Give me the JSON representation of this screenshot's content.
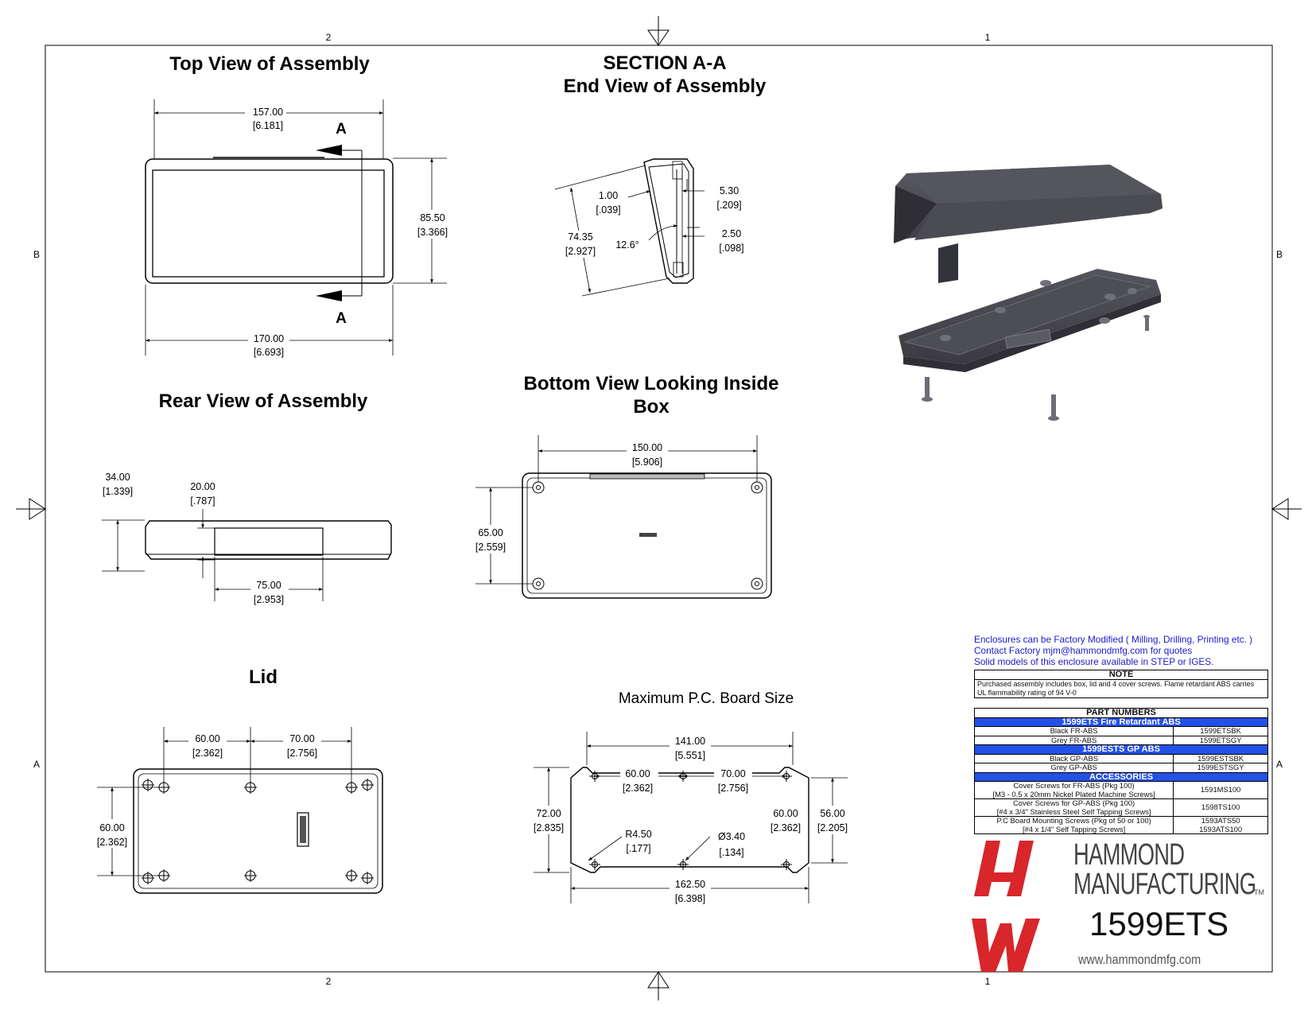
{
  "zones": {
    "top_left": "2",
    "top_right": "1",
    "bottom_left": "2",
    "bottom_right": "1",
    "left_upper": "B",
    "left_lower": "A",
    "right_upper": "B",
    "right_lower": "A"
  },
  "views": {
    "top_view": {
      "title": "Top View of Assembly",
      "width_mm": "157.00",
      "width_in": "[6.181]",
      "height_mm": "85.50",
      "height_in": "[3.366]",
      "overall_mm": "170.00",
      "overall_in": "[6.693]",
      "section_label": "A"
    },
    "section": {
      "title1": "SECTION A-A",
      "title2": "End View of Assembly",
      "d1_mm": "1.00",
      "d1_in": "[.039]",
      "d2_mm": "5.30",
      "d2_in": "[.209]",
      "d3_mm": "2.50",
      "d3_in": "[.098]",
      "d4_mm": "74.35",
      "d4_in": "[2.927]",
      "angle": "12.6°"
    },
    "rear_view": {
      "title": "Rear View of Assembly",
      "height_mm": "34.00",
      "height_in": "[1.339]",
      "step_mm": "20.00",
      "step_in": "[.787]",
      "width_mm": "75.00",
      "width_in": "[2.953]"
    },
    "bottom_view": {
      "title1": "Bottom View Looking Inside",
      "title2": "Box",
      "width_mm": "150.00",
      "width_in": "[5.906]",
      "height_mm": "65.00",
      "height_in": "[2.559]"
    },
    "lid": {
      "title": "Lid",
      "d1_mm": "60.00",
      "d1_in": "[2.362]",
      "d2_mm": "70.00",
      "d2_in": "[2.756]",
      "d3_mm": "60.00",
      "d3_in": "[2.362]"
    },
    "pcb": {
      "title": "Maximum P.C. Board Size",
      "w_mm": "141.00",
      "w_in": "[5.551]",
      "a_mm": "60.00",
      "a_in": "[2.362]",
      "b_mm": "70.00",
      "b_in": "[2.756]",
      "h_mm": "72.00",
      "h_in": "[2.835]",
      "r_mm": "R4.50",
      "r_in": "[.177]",
      "hole_mm": "Ø3.40",
      "hole_in": "[.134]",
      "c_mm": "60.00",
      "c_in": "[2.362]",
      "d_mm": "56.00",
      "d_in": "[2.205]",
      "overall_mm": "162.50",
      "overall_in": "[6.398]"
    }
  },
  "info": {
    "line1": "Enclosures can be Factory Modified ( Milling, Drilling, Printing etc. )",
    "line2": "Contact Factory       mjm@hammondmfg.com for quotes",
    "line3": "Solid models of this enclosure available in STEP or IGES."
  },
  "note": {
    "header": "NOTE",
    "text": "Purchased assembly includes box, lid and 4 cover screws. Flame retardant ABS carries UL flammability rating of 94 V-0"
  },
  "parts": {
    "header": "PART NUMBERS",
    "group1": "1599ETS Fire Retardant ABS",
    "g1_rows": [
      {
        "desc": "Black FR-ABS",
        "pn": "1599ETSBK"
      },
      {
        "desc": "Grey FR-ABS",
        "pn": "1599ETSGY"
      }
    ],
    "group2": "1599ESTS GP ABS",
    "g2_rows": [
      {
        "desc": "Black GP-ABS",
        "pn": "1599ESTSBK"
      },
      {
        "desc": "Grey GP-ABS",
        "pn": "1599ESTSGY"
      }
    ],
    "group3": "ACCESSORIES",
    "acc": [
      {
        "desc1": "Cover Screws for FR-ABS (Pkg 100)",
        "desc2": "[M3 - 0.5 x 20mm Nickel Plated Machine Screws]",
        "pn1": "1591MS100",
        "pn2": ""
      },
      {
        "desc1": "Cover Screws for GP-ABS (Pkg 100)",
        "desc2": "[#4 x 3/4\" Stainless Steel Self Tapping Screws]",
        "pn1": "1598TS100",
        "pn2": ""
      },
      {
        "desc1": "P.C Board Mounting Screws (Pkg of 50 or 100)",
        "desc2": "[#4 x 1/4\" Self Tapping Screws]",
        "pn1": "1593ATS50",
        "pn2": "1593ATS100"
      }
    ]
  },
  "brand": {
    "line1": "HAMMOND",
    "line2": "MANUFACTURING",
    "tm": "TM",
    "part": "1599ETS",
    "url": "www.hammondmfg.com",
    "logo_color": "#d8262b"
  }
}
